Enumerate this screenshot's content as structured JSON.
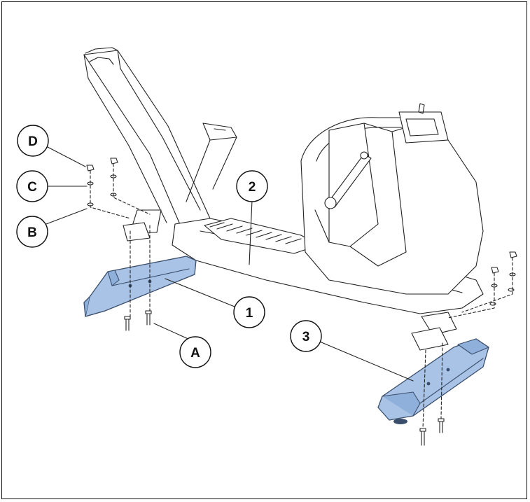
{
  "figure": {
    "callouts": [
      {
        "id": "D",
        "label": "D"
      },
      {
        "id": "C",
        "label": "C"
      },
      {
        "id": "B",
        "label": "B"
      },
      {
        "id": "A",
        "label": "A"
      },
      {
        "id": "1",
        "label": "1"
      },
      {
        "id": "2",
        "label": "2"
      },
      {
        "id": "3",
        "label": "3"
      }
    ],
    "colors": {
      "stabilizer_fill": "#a9c3e6",
      "stabilizer_stroke": "#3a4e6b",
      "line": "#222222",
      "frame": "#111111"
    }
  }
}
